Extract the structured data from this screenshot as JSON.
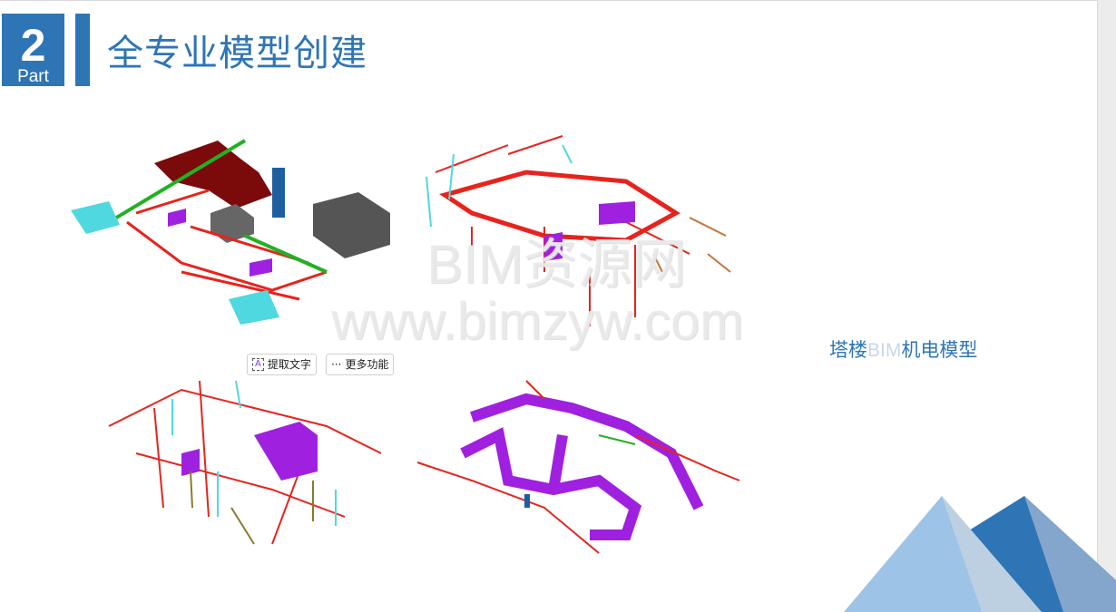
{
  "header": {
    "part_number": "2",
    "part_label": "Part",
    "title": "全专业模型创建"
  },
  "caption": {
    "prefix": "塔楼",
    "bim": "BIM",
    "suffix": "机电模型"
  },
  "watermark": {
    "line1": "BIM资源网",
    "line2": "www.bimzyw.com"
  },
  "toolbar": {
    "extract_text": "提取文字",
    "more_functions": "更多功能"
  },
  "colors": {
    "accent": "#2e75b6",
    "pipe_red": "#e8231c",
    "duct_purple": "#a020e0",
    "tank_maroon": "#7b0a0a"
  }
}
